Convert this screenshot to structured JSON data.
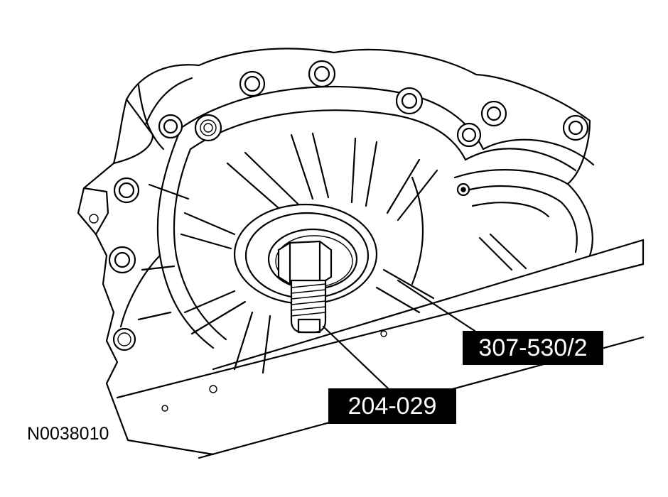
{
  "callouts": {
    "tool_a": "307-530/2",
    "tool_b": "204-029"
  },
  "figure_id": "N0038010",
  "colors": {
    "line": "#000000",
    "background": "#ffffff",
    "label_bg": "#000000",
    "label_text": "#ffffff"
  }
}
